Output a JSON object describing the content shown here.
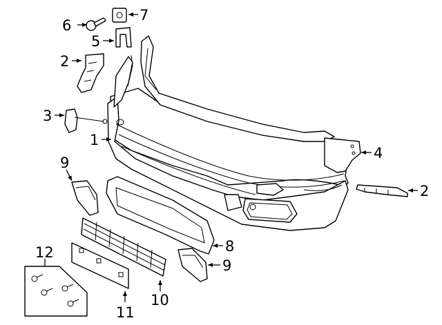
{
  "callouts": {
    "c1": "1",
    "c2a": "2",
    "c2b": "2",
    "c3": "3",
    "c4": "4",
    "c5": "5",
    "c6": "6",
    "c7": "7",
    "c8": "8",
    "c9a": "9",
    "c9b": "9",
    "c10": "10",
    "c11": "11",
    "c12": "12"
  }
}
